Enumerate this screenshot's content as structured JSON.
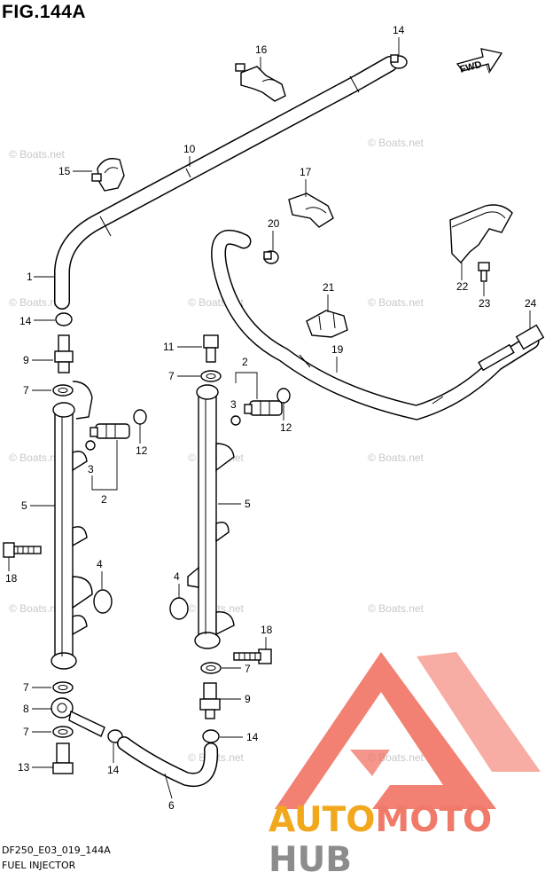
{
  "figure": {
    "title": "FIG.144A",
    "code": "DF250_E03_019_144A",
    "name": "FUEL INJECTOR",
    "direction_badge": "FWD"
  },
  "watermark": {
    "text": "© Boats.net"
  },
  "callouts": [
    {
      "id": "c14a",
      "label": "14"
    },
    {
      "id": "c16",
      "label": "16"
    },
    {
      "id": "c10",
      "label": "10"
    },
    {
      "id": "c15",
      "label": "15"
    },
    {
      "id": "c17",
      "label": "17"
    },
    {
      "id": "c20",
      "label": "20"
    },
    {
      "id": "c22",
      "label": "22"
    },
    {
      "id": "c23",
      "label": "23"
    },
    {
      "id": "c24",
      "label": "24"
    },
    {
      "id": "c21",
      "label": "21"
    },
    {
      "id": "c19",
      "label": "19"
    },
    {
      "id": "c1",
      "label": "1"
    },
    {
      "id": "c14b",
      "label": "14"
    },
    {
      "id": "c9a",
      "label": "9"
    },
    {
      "id": "c7a",
      "label": "7"
    },
    {
      "id": "c11",
      "label": "11"
    },
    {
      "id": "c7b",
      "label": "7"
    },
    {
      "id": "c2a",
      "label": "2"
    },
    {
      "id": "c3a",
      "label": "3"
    },
    {
      "id": "c12a",
      "label": "12"
    },
    {
      "id": "c12b",
      "label": "12"
    },
    {
      "id": "c3b",
      "label": "3"
    },
    {
      "id": "c2b",
      "label": "2"
    },
    {
      "id": "c5a",
      "label": "5"
    },
    {
      "id": "c5b",
      "label": "5"
    },
    {
      "id": "c18a",
      "label": "18"
    },
    {
      "id": "c4a",
      "label": "4"
    },
    {
      "id": "c4b",
      "label": "4"
    },
    {
      "id": "c18b",
      "label": "18"
    },
    {
      "id": "c7c",
      "label": "7"
    },
    {
      "id": "c7d",
      "label": "7"
    },
    {
      "id": "c8",
      "label": "8"
    },
    {
      "id": "c9b",
      "label": "9"
    },
    {
      "id": "c7e",
      "label": "7"
    },
    {
      "id": "c14c",
      "label": "14"
    },
    {
      "id": "c13",
      "label": "13"
    },
    {
      "id": "c14d",
      "label": "14"
    },
    {
      "id": "c6",
      "label": "6"
    }
  ],
  "logo": {
    "segments": [
      {
        "text": "AUTO",
        "color": "#f2a81d"
      },
      {
        "text": "MOTO",
        "color": "#f07a6a"
      },
      {
        "text": "HUB",
        "color": "#8c8c8c"
      }
    ],
    "triangle_color": "#f06a5a"
  }
}
